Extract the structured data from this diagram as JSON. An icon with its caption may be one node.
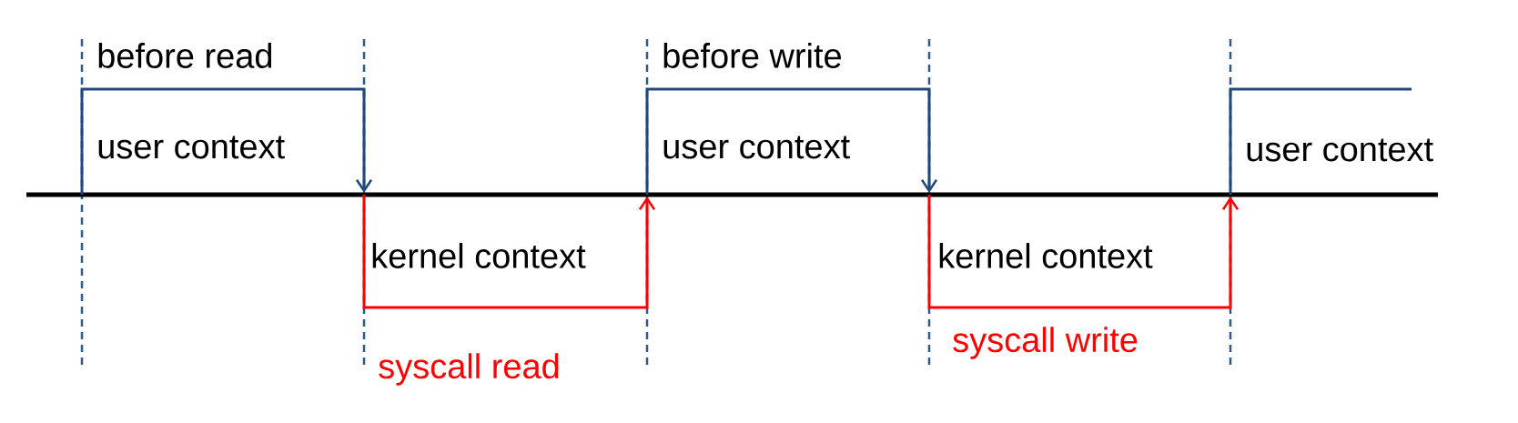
{
  "diagram": {
    "labels": [
      "before read",
      "user context",
      "kernel context",
      "syscall read",
      "before write",
      "user context",
      "kernel context",
      "syscall write",
      "user context"
    ]
  }
}
